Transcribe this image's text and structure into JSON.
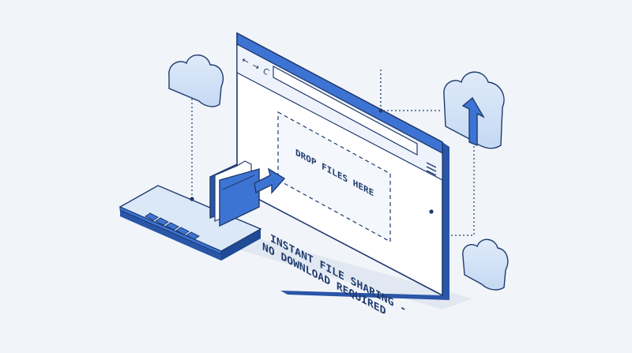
{
  "drop_zone": {
    "label": "DROP FILES HERE"
  },
  "tagline": {
    "line1": "INSTANT FILE SHARING -",
    "line2": "NO DOWNLOAD REQUIRED"
  },
  "browser": {
    "nav_glyphs": [
      "←",
      "→",
      "C"
    ]
  },
  "icons": {
    "clouds": [
      "cloud-icon",
      "cloud-upload-icon",
      "cloud-icon"
    ],
    "folder": "folder-icon",
    "arrow": "arrow-right-icon",
    "menu": "hamburger-menu-icon"
  },
  "colors": {
    "background": "#f1f5fa",
    "accent": "#3d74d4",
    "accent_dark": "#2a56a8",
    "light_fill": "#dbe8f8",
    "outline": "#1f3a6e"
  }
}
